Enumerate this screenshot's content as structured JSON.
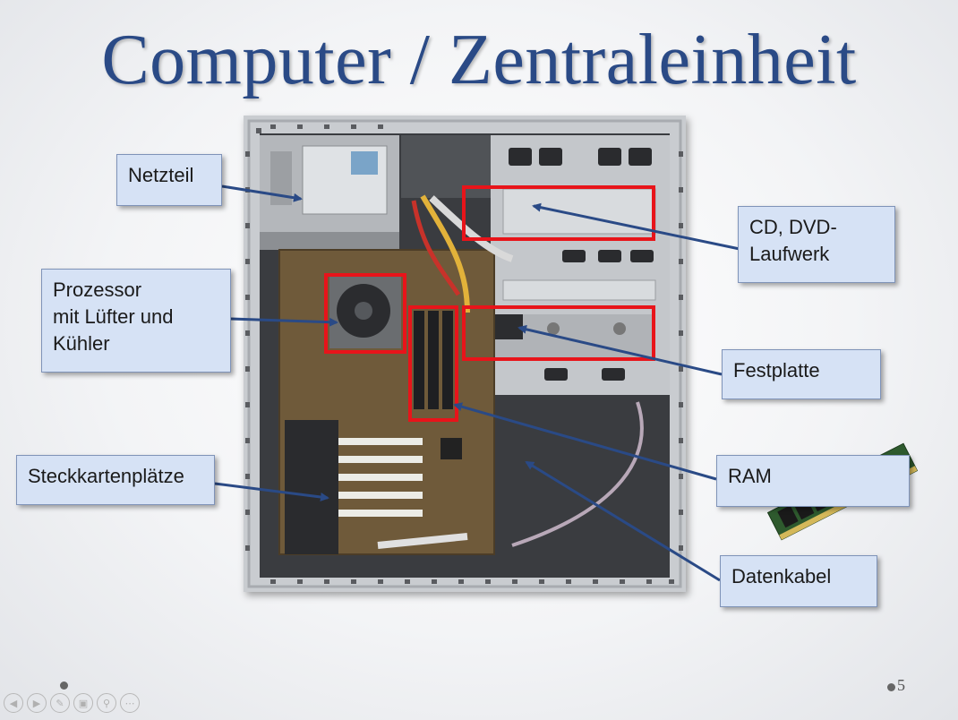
{
  "slide": {
    "title": "Computer / Zentraleinheit",
    "number": "5"
  },
  "labels": {
    "netzteil": [
      "Netzteil"
    ],
    "prozessor": [
      "Prozessor",
      "mit Lüfter und",
      "Kühler"
    ],
    "steckkarten": [
      "Steckkartenplätze"
    ],
    "laufwerk": [
      "CD, DVD-",
      "Laufwerk"
    ],
    "festplatte": [
      "Festplatte"
    ],
    "ram": [
      "RAM"
    ],
    "datenkabel": [
      "Datenkabel"
    ]
  },
  "colors": {
    "title": "#2a4a86",
    "label_fill": "#d6e2f5",
    "arrow": "#2a4a86",
    "highlight": "#e8141a"
  },
  "nav_icons": [
    "back-icon",
    "forward-icon",
    "pen-icon",
    "slides-icon",
    "zoom-icon",
    "more-icon"
  ]
}
